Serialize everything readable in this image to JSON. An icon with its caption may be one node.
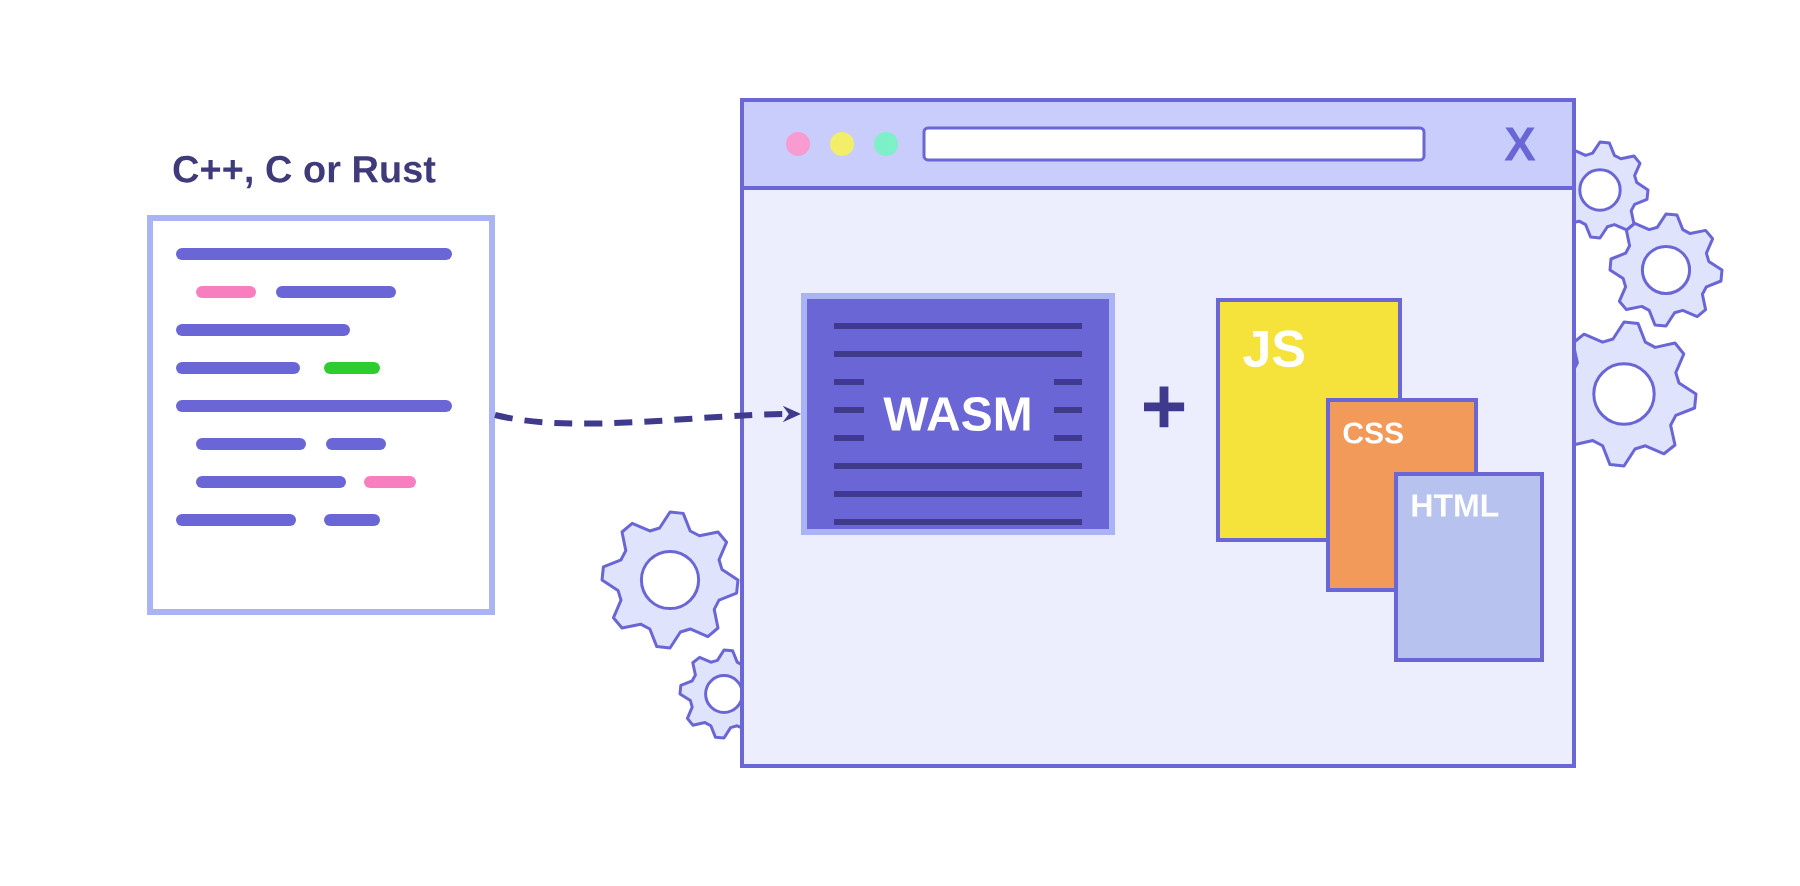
{
  "diagram": {
    "nodes": [
      {
        "text": [
          "C++, C or Rust"
        ]
      },
      {
        "text": [],
        "shape": "box"
      },
      {
        "text": [
          "WASM"
        ],
        "in": 1
      },
      {
        "text": [
          "JS"
        ],
        "in": 1
      },
      {
        "text": [
          "CSS"
        ],
        "in": 1
      },
      {
        "text": [
          "HTML"
        ],
        "in": 1
      }
    ],
    "edges": [
      {
        "from": 0,
        "to": 2,
        "arrow": "to",
        "style": "dashed"
      }
    ],
    "labels": [
      "X",
      "+"
    ]
  }
}
